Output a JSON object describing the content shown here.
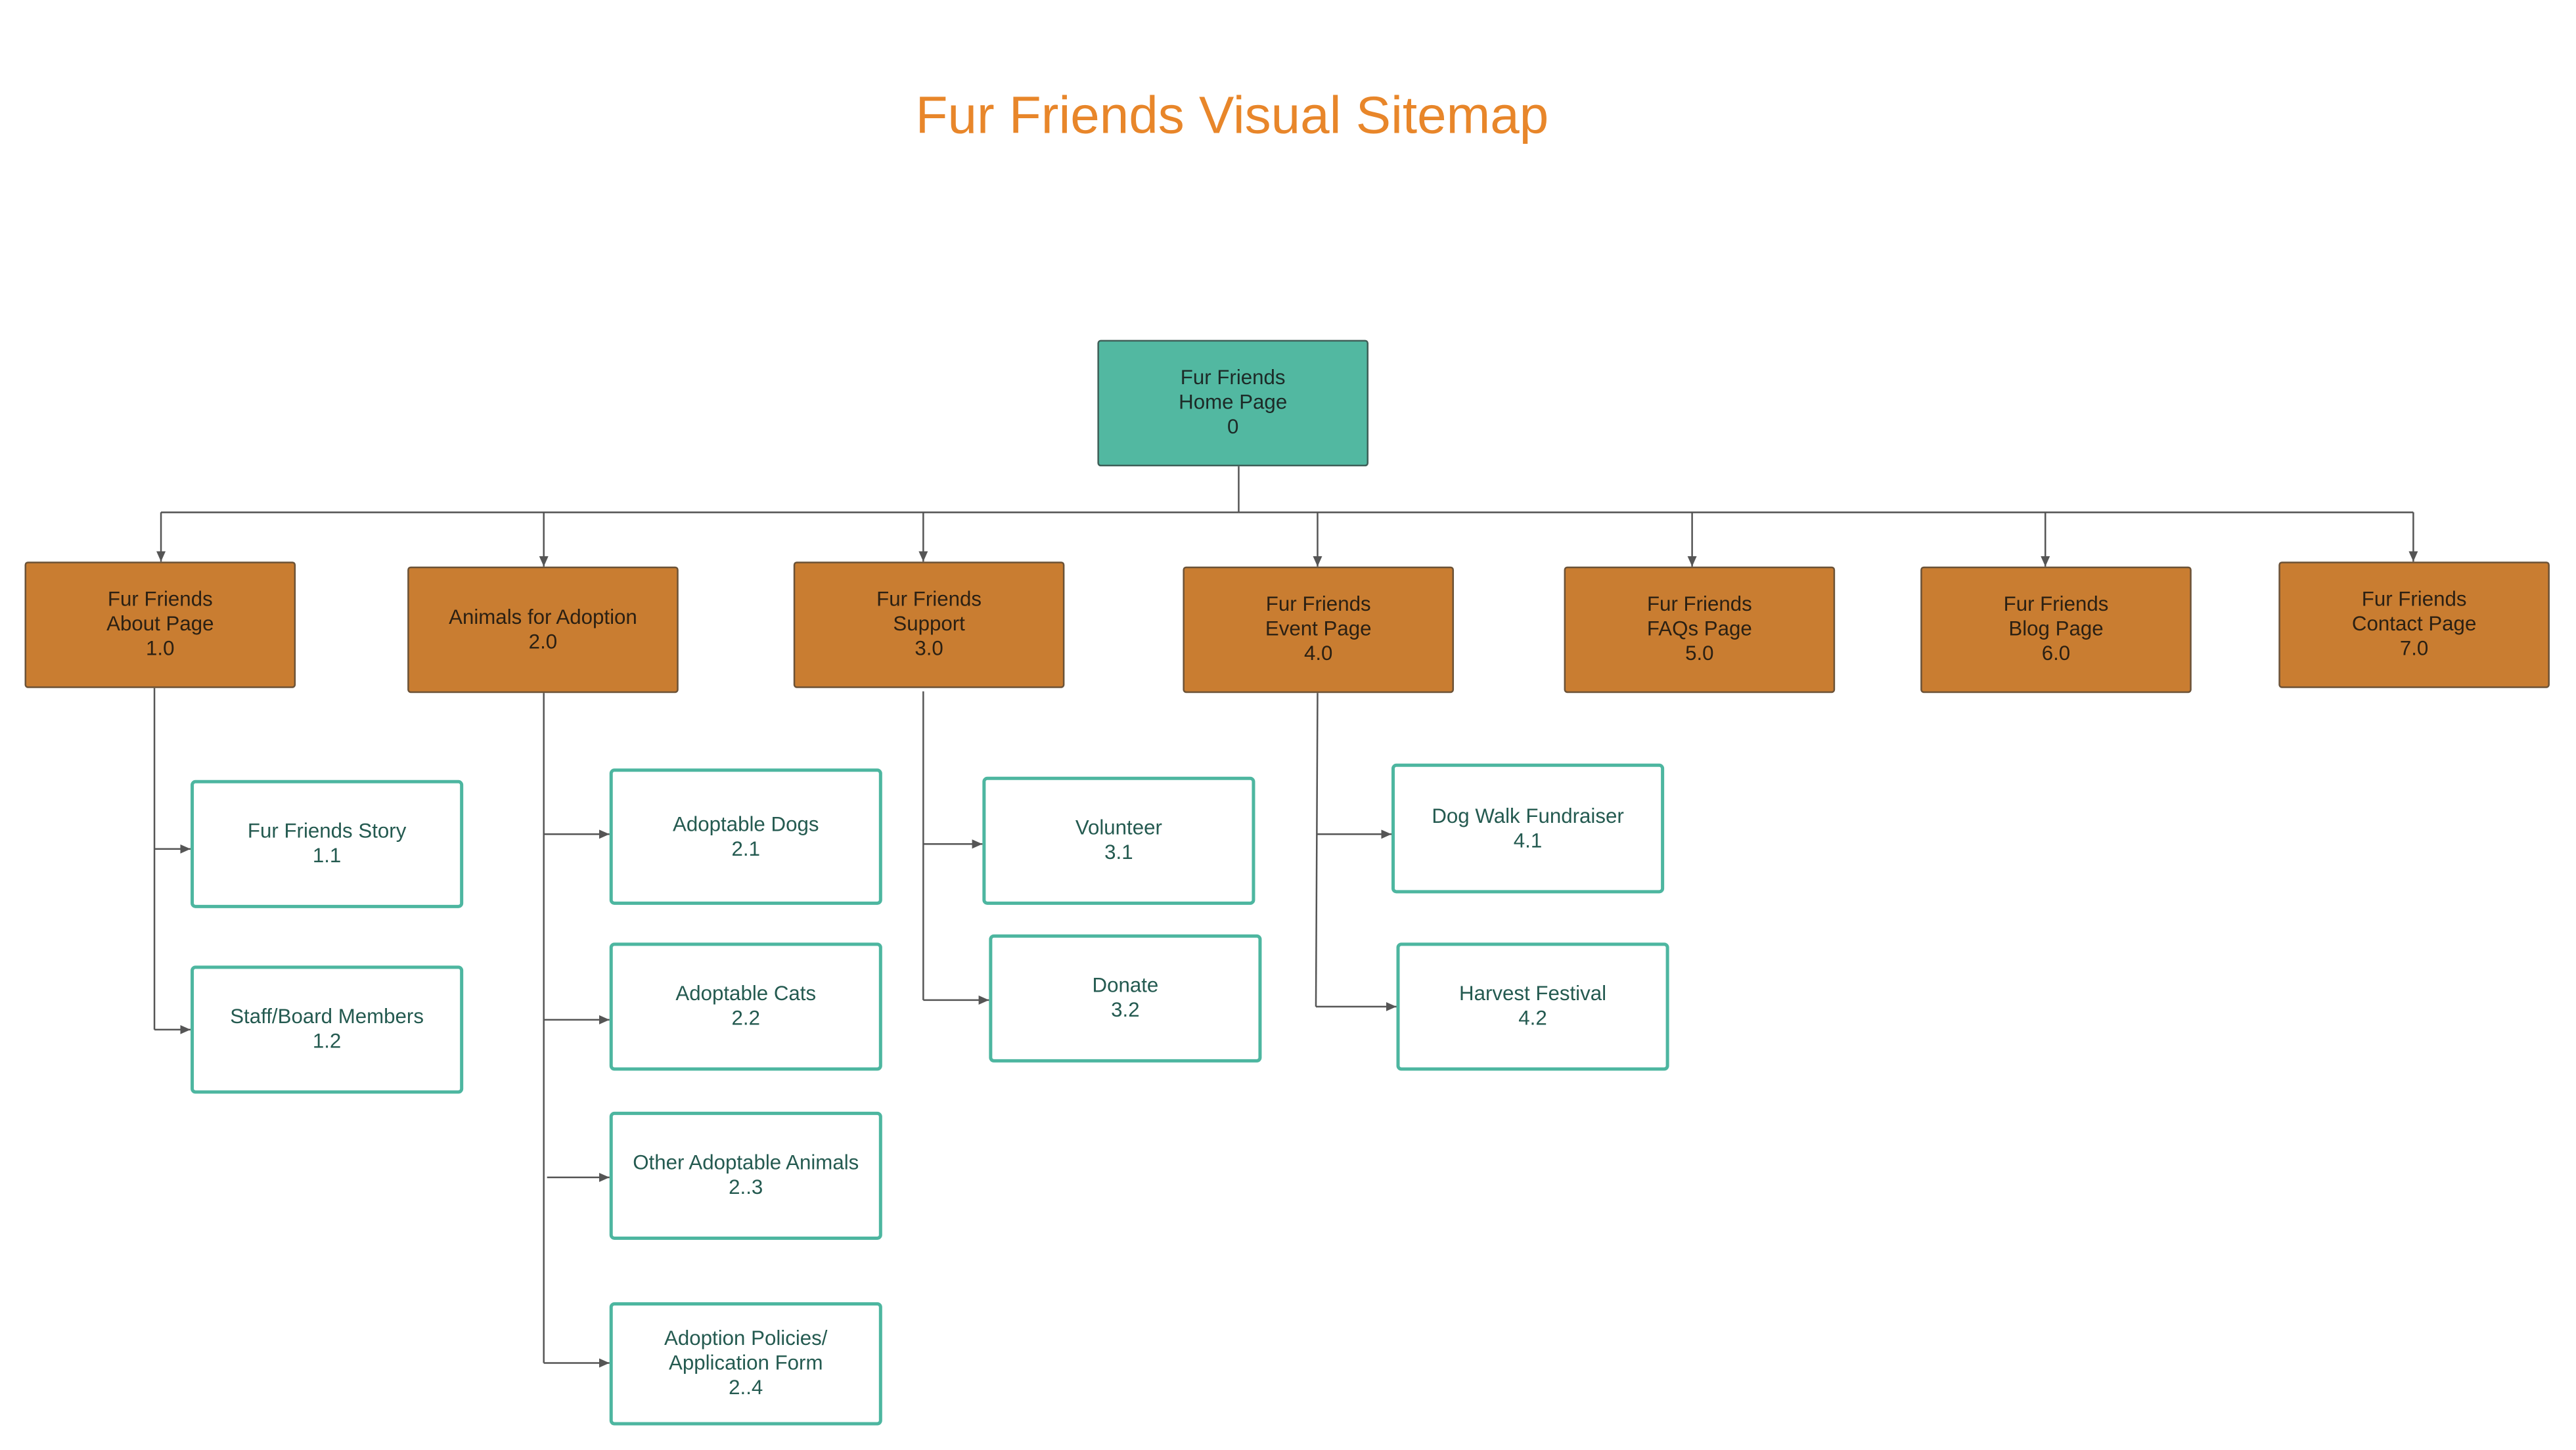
{
  "title": "Fur Friends Visual Sitemap",
  "colors": {
    "title": "#E8862A",
    "home_fill": "#52B8A1",
    "section_fill": "#C97D31",
    "sub_border": "#4DB6A0",
    "connector": "#555555"
  },
  "nodes": {
    "home": [
      "Fur Friends",
      "Home Page",
      "0"
    ],
    "about": [
      "Fur Friends",
      "About Page",
      "1.0"
    ],
    "story": [
      "Fur Friends Story",
      "1.1"
    ],
    "staff": [
      "Staff/Board Members",
      "1.2"
    ],
    "adoption": [
      "Animals for Adoption",
      "2.0"
    ],
    "dogs": [
      "Adoptable Dogs",
      "2.1"
    ],
    "cats": [
      "Adoptable Cats",
      "2.2"
    ],
    "other": [
      "Other Adoptable Animals",
      "2..3"
    ],
    "policies": [
      "Adoption Policies/",
      "Application Form",
      "2..4"
    ],
    "support": [
      "Fur Friends",
      "Support",
      "3.0"
    ],
    "volunteer": [
      "Volunteer",
      "3.1"
    ],
    "donate": [
      "Donate",
      "3.2"
    ],
    "event": [
      "Fur Friends",
      "Event Page",
      "4.0"
    ],
    "dogwalk": [
      "Dog Walk Fundraiser",
      "4.1"
    ],
    "harvest": [
      "Harvest Festival",
      "4.2"
    ],
    "faqs": [
      "Fur Friends",
      "FAQs Page",
      "5.0"
    ],
    "blog": [
      "Fur Friends",
      "Blog Page",
      "6.0"
    ],
    "contact": [
      "Fur Friends",
      "Contact Page",
      "7.0"
    ]
  }
}
